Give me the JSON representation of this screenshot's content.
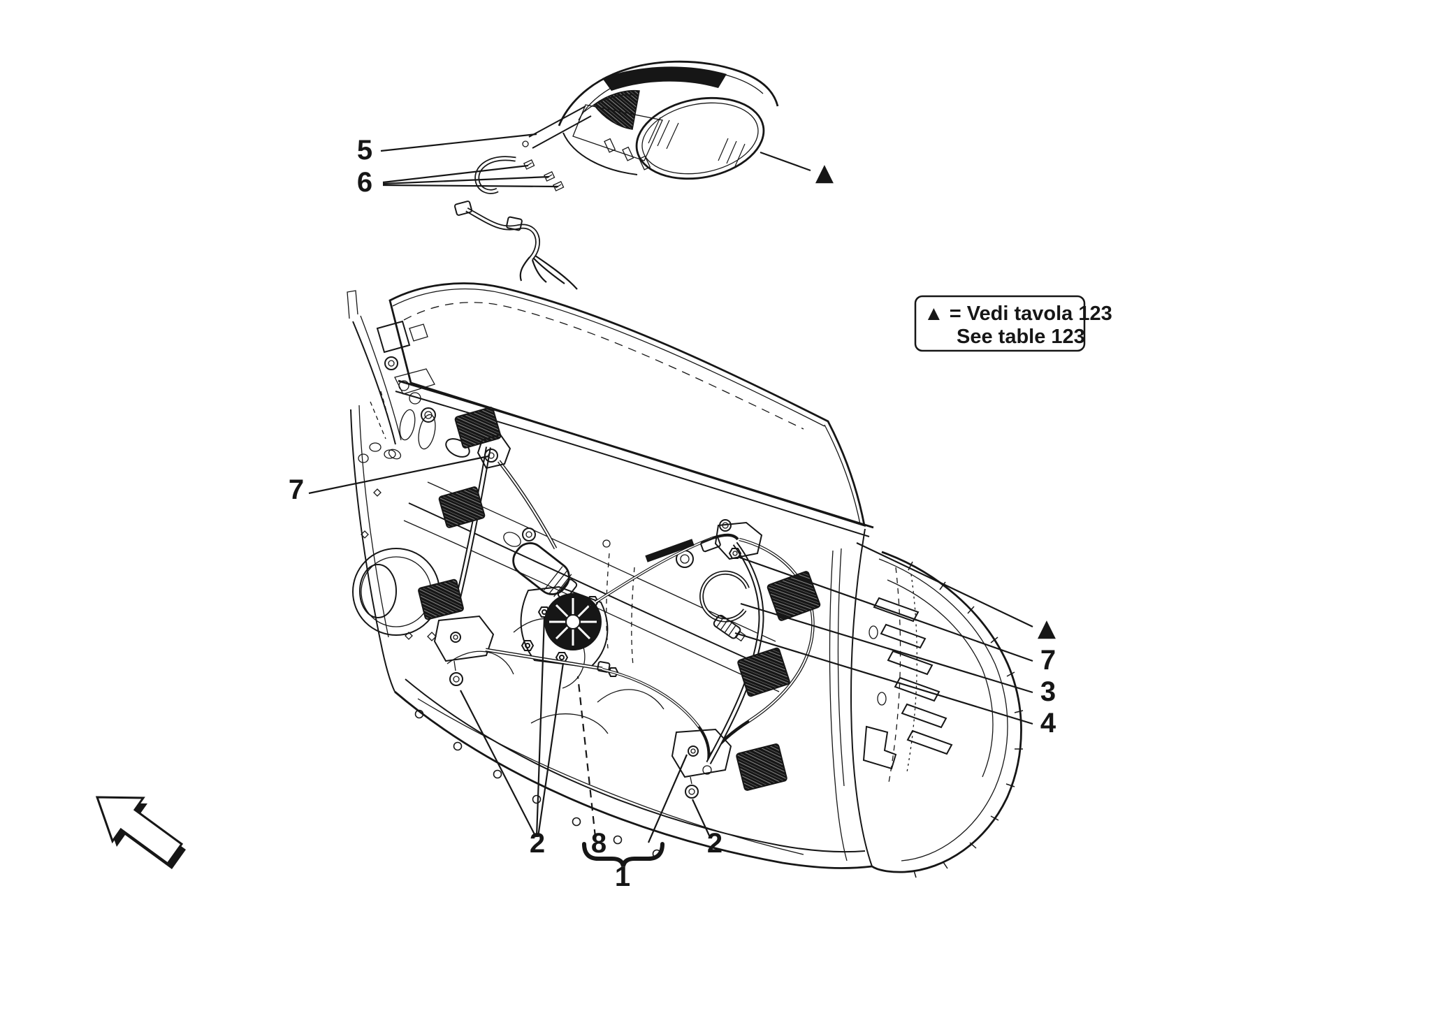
{
  "page": {
    "background": "#ffffff",
    "ink": "#161616"
  },
  "legend": {
    "line1": "▲ = Vedi tavola 123",
    "line2": "See table 123"
  },
  "marker_symbol": "▲",
  "callouts": {
    "mirror_body": "5",
    "mirror_screws": "6",
    "glass_bolt_left": "7",
    "glass_bolt_right": "7",
    "cable_loop": "3",
    "cable_end": "4",
    "fasteners_left": "2",
    "motor": "8",
    "regulator_assembly": "1",
    "fastener_right": "2"
  }
}
